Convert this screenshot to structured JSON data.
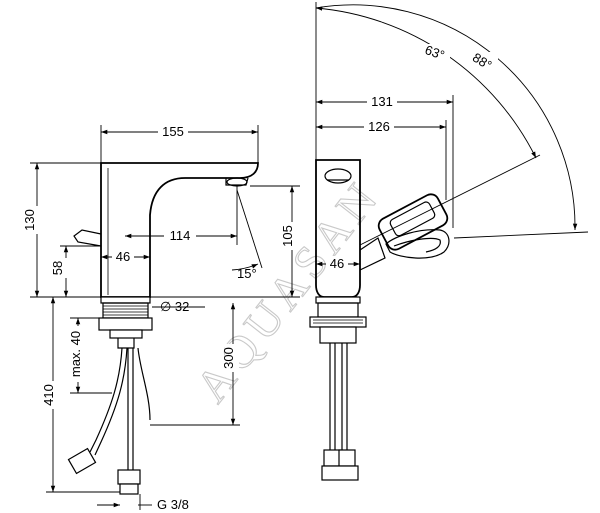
{
  "watermark": "AQUASAN",
  "side_view": {
    "width_155": "155",
    "height_130": "130",
    "spout_114": "114",
    "base_46": "46",
    "height_105": "105",
    "height_58": "58",
    "angle_15": "15°",
    "diameter_32": "∅ 32",
    "hose_300": "300",
    "max_40": "max. 40",
    "total_410": "410",
    "thread": "G 3/8"
  },
  "front_view": {
    "depth_131": "131",
    "depth_126": "126",
    "angle_63": "63°",
    "angle_88": "88°",
    "base_46": "46"
  }
}
